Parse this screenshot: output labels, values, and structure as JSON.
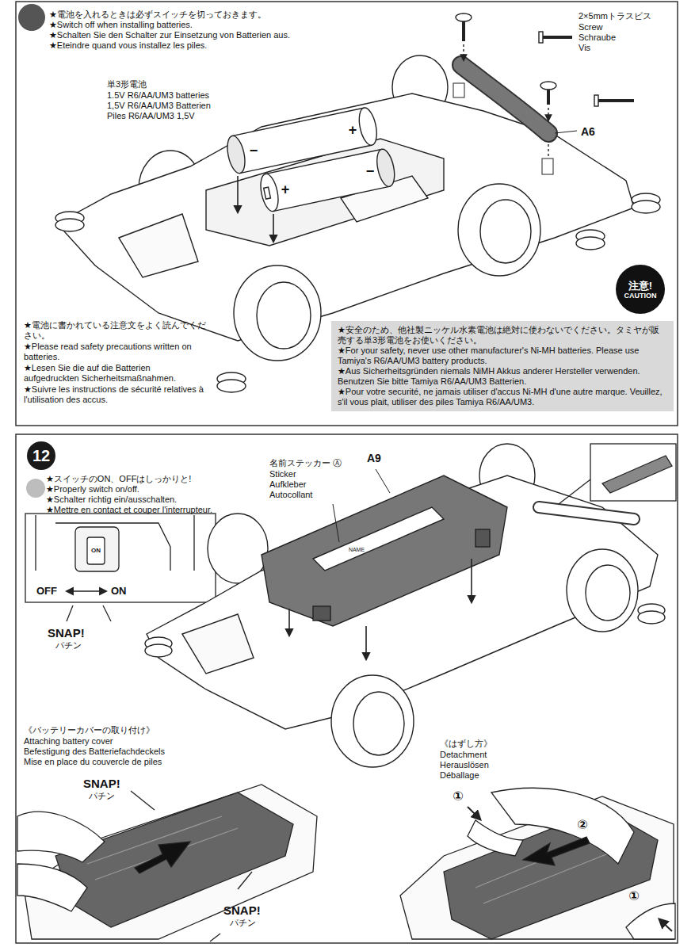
{
  "diagram": {
    "nodes": [
      {
        "text": [
          "★安全のため、他社製ニッケル水素電池は絶対に使わないでください。タミヤが販売する単3形電池をお使いください。",
          "★For your safety, never use other manufacturer's Ni-MH batteries. Please use Tamiya's R6/AA/UM3 battery products.",
          "★Aus Sicherheitsgründen niemals NiMH Akkus anderer Hersteller verwenden. Benutzen Sie bitte Tamiya R6/AA/UM3 Batterien.",
          "★Pour votre securité, ne jamais utiliser d'accus Ni-MH d'une autre marque. Veuillez, s'il vous plait, utiliser des piles Tamiya R6/AA/UM3."
        ]
      },
      {
        "text": [
          "注意!",
          "CAUTION"
        ]
      },
      {
        "text": [
          "12"
        ]
      }
    ],
    "labels": [
      "★電池を入れるときは必ずスイッチを切っておきます。",
      "★Switch off when installing batteries.",
      "★Schalten Sie den Schalter zur Einsetzung von Batterien aus.",
      "★Eteindre quand vous installez les piles.",
      "2×5mmトラスビス",
      "Screw",
      "Schraube",
      "Vis",
      "A6",
      "単3形電池",
      "1.5V R6/AA/UM3 batteries",
      "1,5V R6/AA/UM3 Batterien",
      "Piles R6/AA/UM3 1,5V",
      "−",
      "+",
      "+",
      "−",
      "★電池に書かれている注意文をよく読んでください。",
      "★Please read safety precautions written on batteries.",
      "★Lesen Sie die auf die Batterien aufgedruckten Sicherheitsmaßnahmen.",
      "★Suivre les instructions de sécurité relatives à l'utilisation des accus.",
      "★スイッチのON、OFFはしっかりと!",
      "★Properly switch on/off.",
      "★Schalter richtig ein/ausschalten.",
      "★Mettre en contact et couper l'interrupteur.",
      "ON",
      "OFF",
      "ON",
      "SNAP!",
      "パチン",
      "名前ステッカー Ⓐ",
      "Sticker",
      "Aufkleber",
      "Autocollant",
      "A9",
      "NAME",
      "《バッテリーカバーの取り付け》",
      "Attaching battery cover",
      "Befestigung des Batteriefachdeckels",
      "Mise en place du couvercle de piles",
      "SNAP!",
      "パチン",
      "SNAP!",
      "パチン",
      "《はずし方》",
      "Detachment",
      "Herauslösen",
      "Déballage",
      "①",
      "②",
      "①"
    ]
  }
}
